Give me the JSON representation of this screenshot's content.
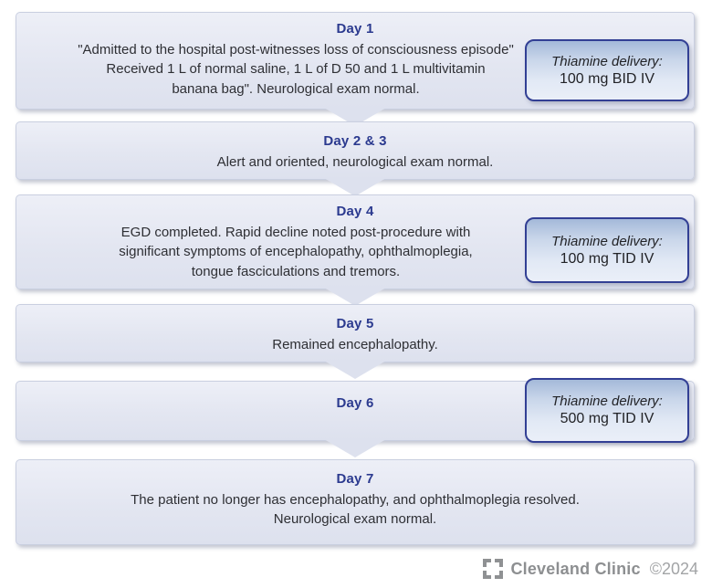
{
  "colors": {
    "band_fill": "#e3e6f1",
    "band_border": "#c9cfe0",
    "heading_navy": "#2b3a8f",
    "body_text": "#2e2f34",
    "callout_border": "#323f94",
    "callout_fill_top": "#a4b9d9",
    "callout_fill_bottom": "#eaeff8",
    "logo_gray": "#8f9193"
  },
  "timeline": [
    {
      "day": "Day 1",
      "body": "\"Admitted to the hospital post-witnesses loss of consciousness episode\"\nReceived 1 L of normal saline, 1 L of D 50 and 1 L multivitamin\nbanana bag\". Neurological exam normal.",
      "callout": {
        "label": "Thiamine delivery:",
        "value": "100 mg BID IV"
      }
    },
    {
      "day": "Day 2 & 3",
      "body": "Alert and oriented, neurological exam normal."
    },
    {
      "day": "Day 4",
      "body": "EGD completed. Rapid decline noted post-procedure with\nsignificant symptoms of encephalopathy, ophthalmoplegia,\ntongue fasciculations and tremors.",
      "callout": {
        "label": "Thiamine delivery:",
        "value": "100 mg TID IV"
      }
    },
    {
      "day": "Day 5",
      "body": "Remained encephalopathy."
    },
    {
      "day": "Day 6",
      "body": "",
      "callout": {
        "label": "Thiamine delivery:",
        "value": "500 mg TID IV"
      }
    },
    {
      "day": "Day 7",
      "body": "The patient no longer has encephalopathy, and ophthalmoplegia resolved.\nNeurological exam normal."
    }
  ],
  "footer": {
    "brand": "Cleveland Clinic",
    "copyright": "©2024",
    "logo_icon": "cleveland-clinic-square-mark"
  }
}
